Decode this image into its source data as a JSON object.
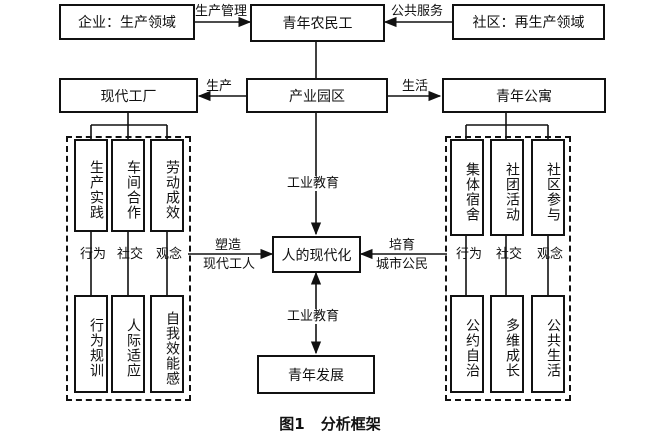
{
  "nodes": {
    "enterprise": "企业：生产领域",
    "youth_workers": "青年农民工",
    "community": "社区：再生产领域",
    "factory": "现代工厂",
    "industrial_park": "产业园区",
    "apartment": "青年公寓",
    "modernization": "人的现代化",
    "youth_development": "青年发展"
  },
  "left_group": {
    "upper": [
      "生产实践",
      "车间合作",
      "劳动成效"
    ],
    "dimensions": [
      "行为",
      "社交",
      "观念"
    ],
    "lower": [
      "行为规训",
      "人际适应",
      "自我效能感"
    ]
  },
  "right_group": {
    "upper": [
      "集体宿舍",
      "社团活动",
      "社区参与"
    ],
    "dimensions": [
      "行为",
      "社交",
      "观念"
    ],
    "lower": [
      "公约自治",
      "多维成长",
      "公共生活"
    ]
  },
  "edge_labels": {
    "production_management": "生产管理",
    "public_service": "公共服务",
    "production": "生产",
    "living": "生活",
    "industrial_education_upper": "工业教育",
    "industrial_education_lower": "工业教育",
    "shape_line1": "塑造",
    "shape_line2": "现代工人",
    "cultivate_line1": "培育",
    "cultivate_line2": "城市公民"
  },
  "caption": {
    "figure": "图1",
    "title": "分析框架"
  }
}
